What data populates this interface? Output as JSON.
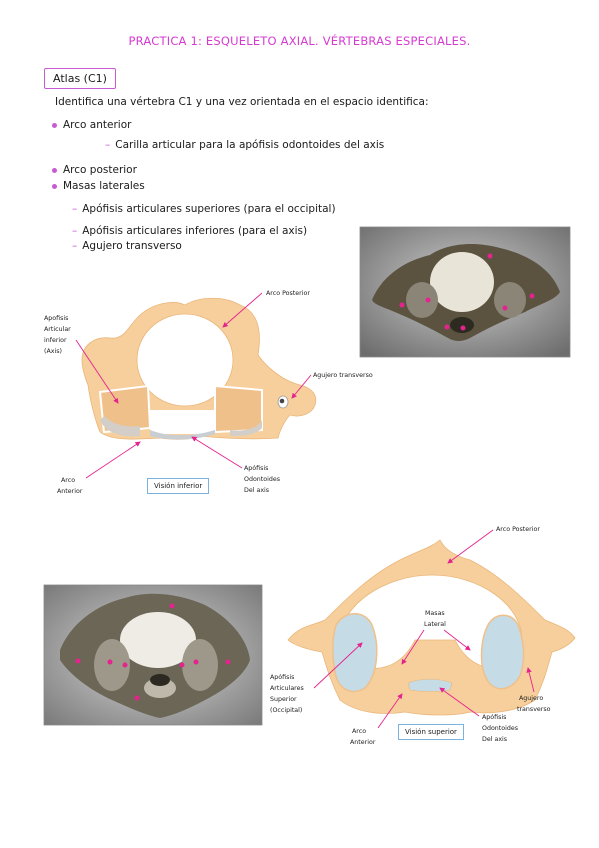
{
  "title": "PRACTICA 1: ESQUELETO AXIAL. VÉRTEBRAS ESPECIALES.",
  "section_label": "Atlas (C1)",
  "intro": "Identifica una vértebra C1 y una vez orientada en el espacio identifica:",
  "items": {
    "arco_anterior": "Arco anterior",
    "carilla": "Carilla articular para la apófisis odontoides del axis",
    "arco_posterior": "Arco posterior",
    "masas_laterales": "Masas laterales",
    "apof_sup": "Apófisis articulares superiores (para el occipital)",
    "apof_inf": "Apófisis articulares inferiores (para el axis)",
    "agujero": "Agujero transverso"
  },
  "fig1": {
    "arco_posterior": "Arco Posterior",
    "apofisis_1": "Apofisis",
    "apofisis_2": "Articular",
    "apofisis_3": "inferior",
    "apofisis_4": "(Axis)",
    "agujero": "Agujero transverso",
    "arco_1": "Arco",
    "arco_2": "Anterior",
    "odon_1": "Apófisis",
    "odon_2": "Odontoides",
    "odon_3": "Del axis",
    "vision": "Visión inferior"
  },
  "fig2": {
    "arco_posterior": "Arco Posterior",
    "masas_1": "Masas",
    "masas_2": "Lateral",
    "apof_1": "Apófisis",
    "apof_2": "Articulares",
    "apof_3": "Superior",
    "apof_4": "(Occipital)",
    "agujero_1": "Agujero",
    "agujero_2": "transverso",
    "arco_1": "Arco",
    "arco_2": "Anterior",
    "odon_1": "Apófisis",
    "odon_2": "Odontoides",
    "odon_3": "Del axis",
    "vision": "Visión superior"
  },
  "colors": {
    "accent": "#c85ad4",
    "title": "#d63bd0",
    "bone": "#f7cf9c",
    "cartilage": "#c9ced3",
    "arrow": "#e5238e"
  }
}
